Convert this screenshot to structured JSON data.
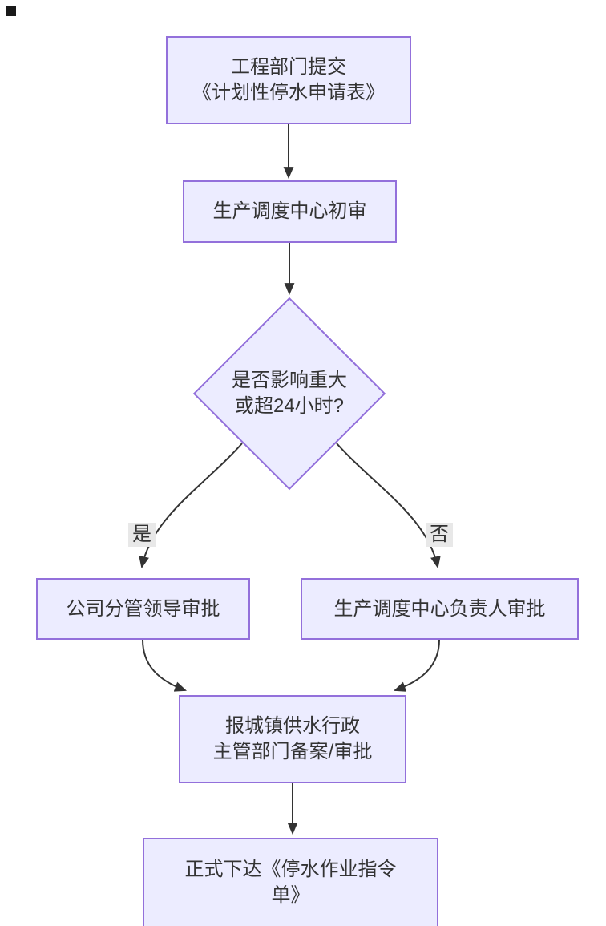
{
  "page": {
    "background_color": "#ffffff"
  },
  "diagram": {
    "type": "flowchart",
    "direction": "top-down",
    "colors": {
      "node_fill": "#ECECFF",
      "node_border": "#9370DB",
      "node_text": "#333333",
      "edge_line": "#333333",
      "edge_label_background": "#e8e8e8",
      "corner_marker": "#1a1a1a"
    },
    "nodes": [
      {
        "id": "submit",
        "shape": "rect",
        "lines": [
          "工程部门提交",
          "《计划性停水申请表》"
        ]
      },
      {
        "id": "review",
        "shape": "rect",
        "lines": [
          "生产调度中心初审"
        ]
      },
      {
        "id": "decision",
        "shape": "diamond",
        "lines": [
          "是否影响重大",
          "或超24小时?"
        ]
      },
      {
        "id": "leader",
        "shape": "rect",
        "lines": [
          "公司分管领导审批"
        ]
      },
      {
        "id": "manager",
        "shape": "rect",
        "lines": [
          "生产调度中心负责人审批"
        ]
      },
      {
        "id": "report",
        "shape": "rect",
        "lines": [
          "报城镇供水行政",
          "主管部门备案/审批"
        ]
      },
      {
        "id": "order",
        "shape": "rect",
        "lines": [
          "正式下达《停水作业指令",
          "单》"
        ]
      }
    ],
    "edges": [
      {
        "from": "submit",
        "to": "review",
        "label": ""
      },
      {
        "from": "review",
        "to": "decision",
        "label": ""
      },
      {
        "from": "decision",
        "to": "leader",
        "label": "是"
      },
      {
        "from": "decision",
        "to": "manager",
        "label": "否"
      },
      {
        "from": "leader",
        "to": "report",
        "label": ""
      },
      {
        "from": "manager",
        "to": "report",
        "label": ""
      },
      {
        "from": "report",
        "to": "order",
        "label": ""
      }
    ],
    "edge_labels": {
      "yes": "是",
      "no": "否"
    }
  }
}
